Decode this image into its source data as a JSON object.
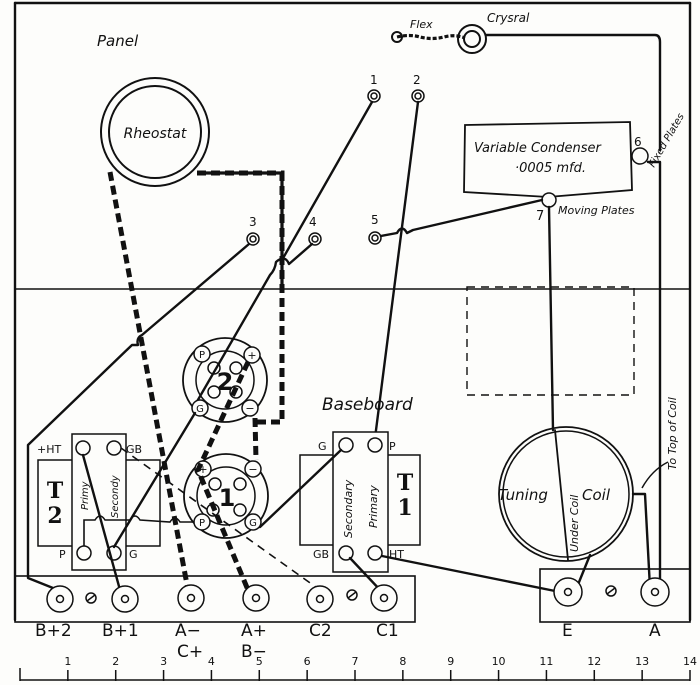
{
  "diagram": {
    "type": "wiring-diagram",
    "sections": {
      "panel_label": "Panel",
      "baseboard_label": "Baseboard"
    },
    "components": {
      "rheostat": "Rheostat",
      "crystal": "Crysral",
      "flex": "Flex",
      "condenser": {
        "name": "Variable Condenser",
        "value": "·0005 mfd.",
        "fixed_plates_terminal": "6",
        "fixed_plates_label": "Fixed Plates",
        "moving_plates_terminal": "7",
        "moving_plates_label": "Moving Plates"
      },
      "tuning_coil": {
        "label_left": "Tuning",
        "label_right": "Coil",
        "under_label": "Under Coil",
        "top_note": "To Top of Coil"
      },
      "transformer_1": {
        "name_letter": "T",
        "name_number": "1",
        "secondary": "Secondary",
        "primary": "Primary",
        "terminals": {
          "tl": "G",
          "tr": "P",
          "bl": "GB",
          "br": "HT"
        }
      },
      "transformer_2": {
        "name_letter": "T",
        "name_number": "2",
        "secondary": "Secondy",
        "primary": "Primy",
        "terminals": {
          "tl": "+HT",
          "tr": "GB",
          "bl": "P",
          "br": "G"
        }
      },
      "valve_1": {
        "number": "1",
        "pins": [
          "+",
          "−",
          "P",
          "G"
        ]
      },
      "valve_2": {
        "number": "2",
        "pins": [
          "P",
          "+",
          "G",
          "−"
        ]
      }
    },
    "panel_terminals": [
      "1",
      "2",
      "3",
      "4",
      "5"
    ],
    "terminal_strip_left": [
      "B+2",
      "B+1",
      "A−",
      "A+",
      "C2",
      "C1"
    ],
    "terminal_strip_sublabels": {
      "under_A_minus": "C+",
      "under_A_plus": "B−"
    },
    "terminal_strip_right": [
      "E",
      "A"
    ],
    "ruler": {
      "ticks": [
        "1",
        "2",
        "3",
        "4",
        "5",
        "6",
        "7",
        "8",
        "9",
        "10",
        "11",
        "12",
        "13",
        "14"
      ]
    }
  }
}
